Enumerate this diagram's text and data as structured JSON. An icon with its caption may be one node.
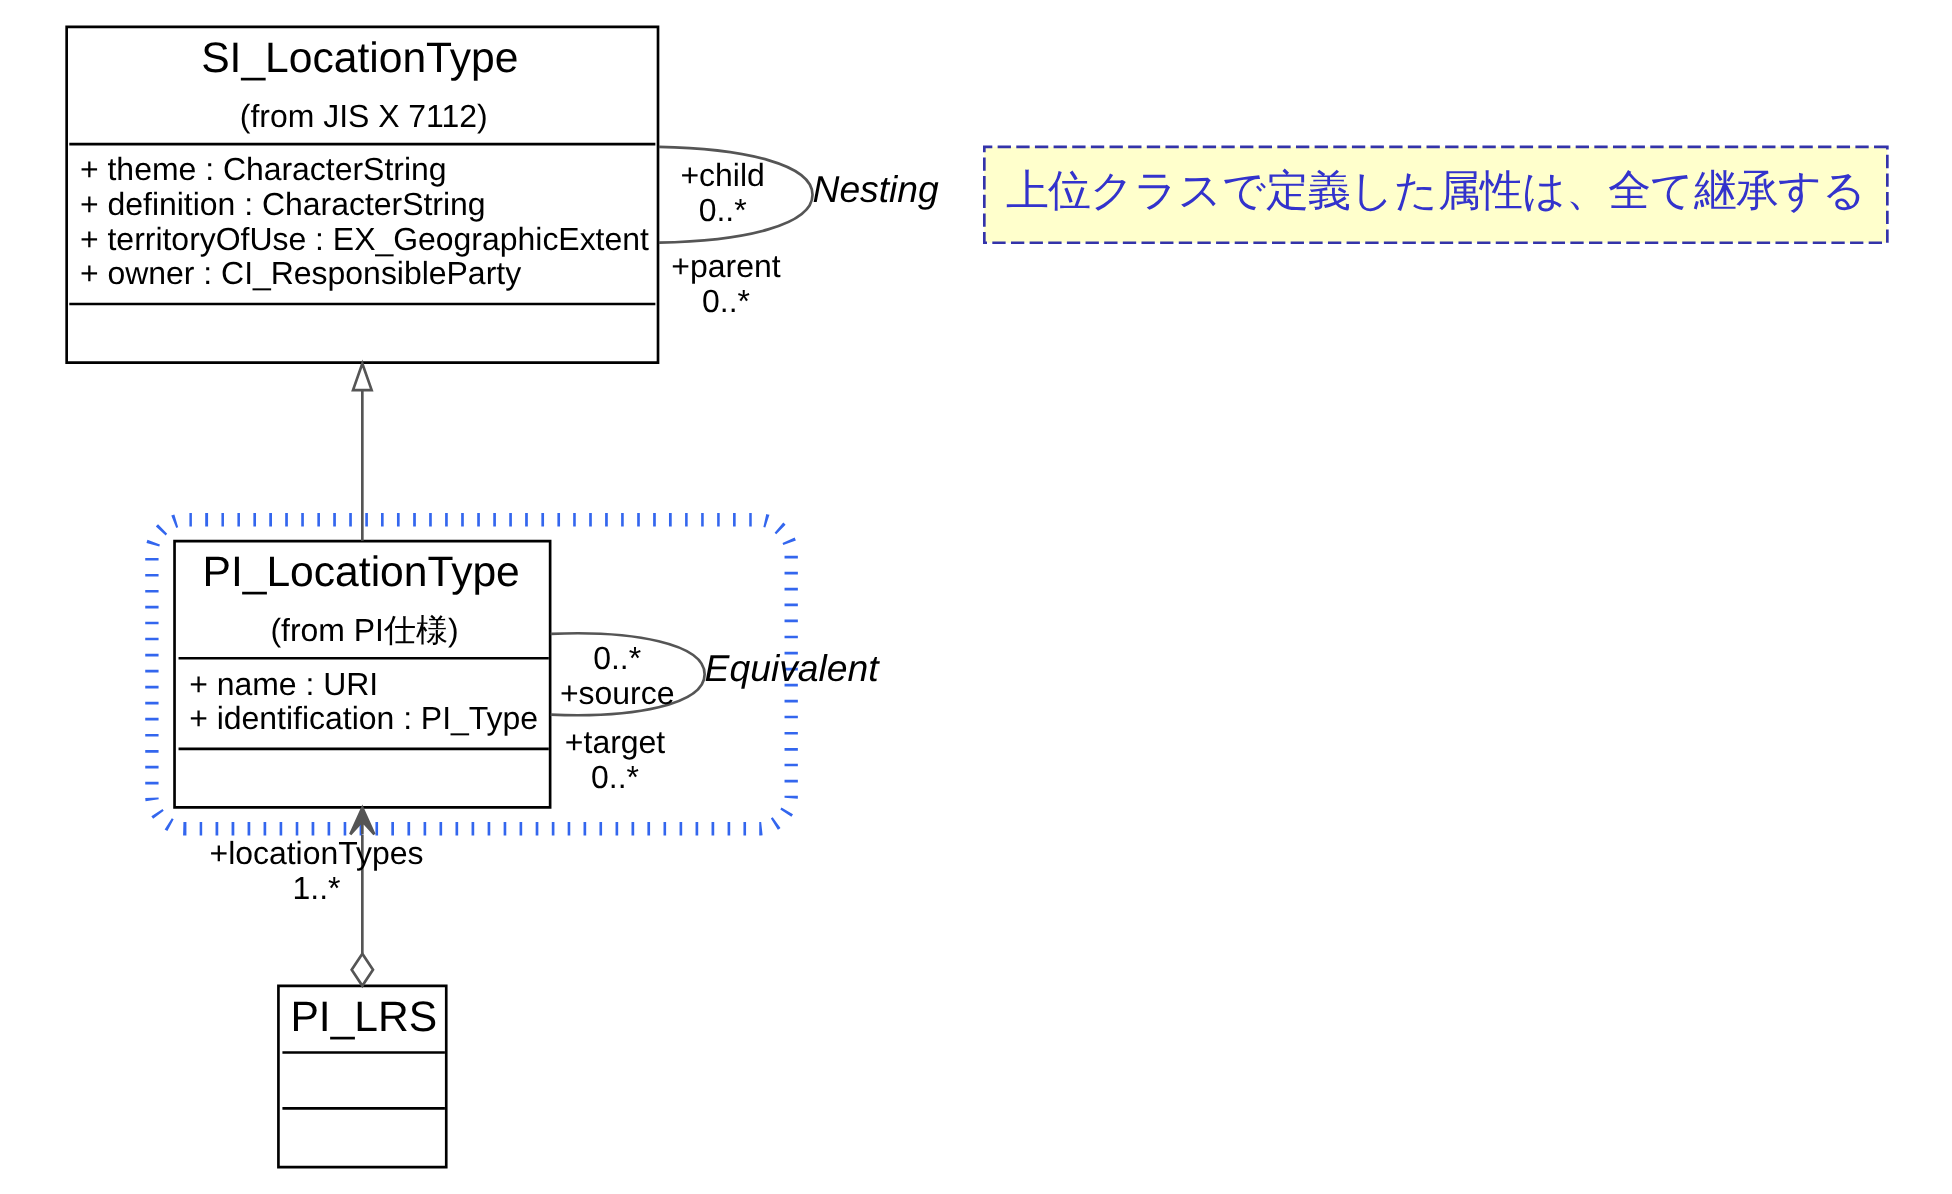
{
  "diagram": {
    "nodes": [
      {
        "text": [
          "SI_LocationType",
          "(from JIS X 7112)",
          "+ theme : CharacterString",
          "+ definition : CharacterString",
          "+ territoryOfUse : EX_GeographicExtent",
          "+ owner : CI_ResponsibleParty"
        ]
      },
      {
        "text": [],
        "shape": "box"
      },
      {
        "text": [
          "PI_LocationType",
          "(from PI仕様)",
          "+ name : URI",
          "+ identification : PI_Type"
        ],
        "in": 1
      },
      {
        "text": [
          "PI_LRS"
        ]
      },
      {
        "text": [
          "上位クラスで定義した属性は、全て継承する"
        ]
      }
    ],
    "edges": [
      {
        "from": 0,
        "to": 0,
        "arrow": "none",
        "label": "Nesting"
      },
      {
        "from": 2,
        "to": 0,
        "arrow": "to"
      },
      {
        "from": 3,
        "to": 2,
        "arrow": "to"
      },
      {
        "from": 2,
        "to": 2,
        "arrow": "none",
        "label": "Equivalent"
      }
    ],
    "labels": [
      "+parent",
      "0..*",
      "+child",
      "0..*",
      "+locationTypes",
      "1..*",
      "+target",
      "0..*",
      "0..*",
      "+source"
    ]
  }
}
